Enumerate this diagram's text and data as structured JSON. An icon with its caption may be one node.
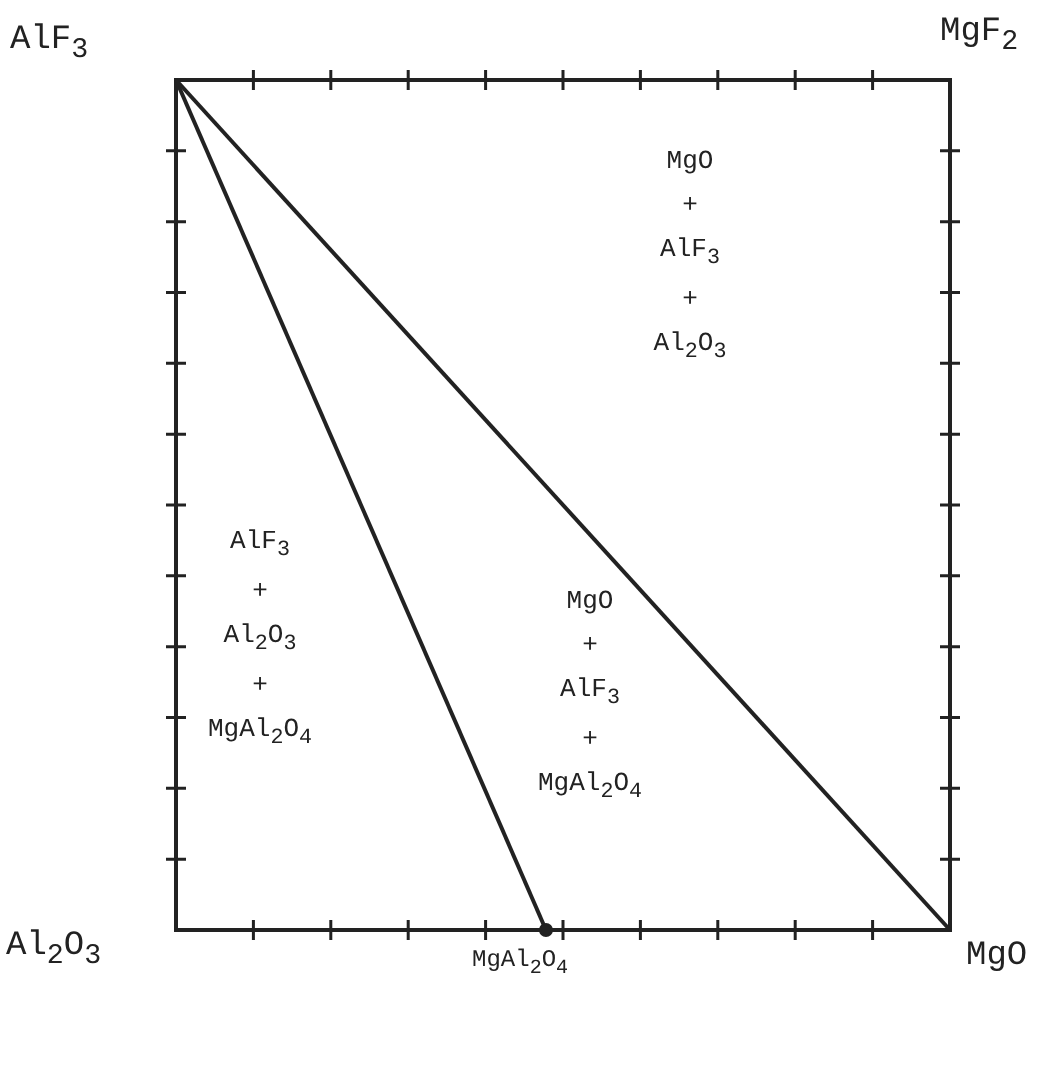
{
  "diagram": {
    "labels": [
      "AlF$_{3}$",
      "MgF$_{2}$",
      "MgO + AlF$_{3}$ + Al$_{2}$O$_{3}$",
      "AlF$_{3}$ + Al$_{2}$O$_{3}$ + MgAl$_{2}$O$_{4}$",
      "MgO + AlF$_{3}$ + MgAl$_{2}$O$_{4}$",
      "Al$_{2}$O$_{3}$",
      "MgAl$_{2}$O$_{4}$",
      "MgO"
    ]
  }
}
